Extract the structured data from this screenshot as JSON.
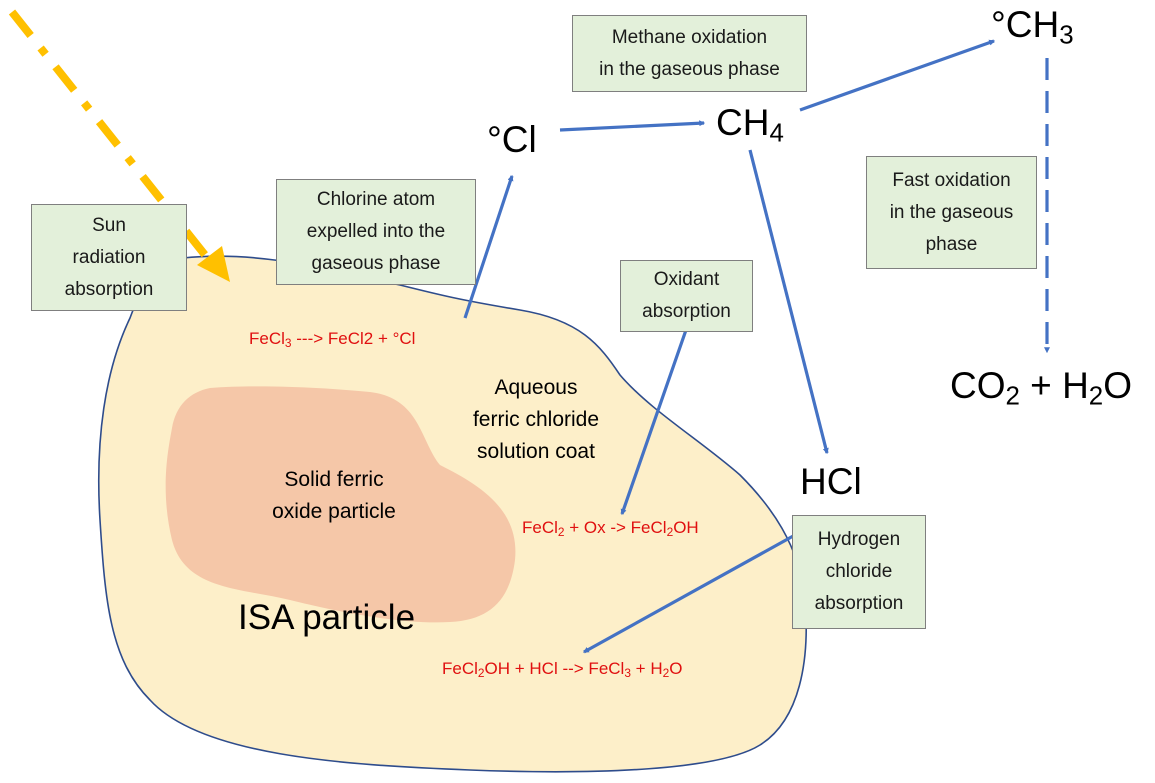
{
  "colors": {
    "particle_fill": "#fdefc9",
    "particle_outline": "#2e4c8c",
    "core_fill": "#f5c7a8",
    "arrow": "#4472c4",
    "sun_arrow": "#ffc000",
    "box_fill": "#e3f0da",
    "reaction_text": "#e01010"
  },
  "boxes": {
    "sun": "Sun\nradiation\nabsorption",
    "chlorine": "Chlorine atom\nexpelled into the\ngaseous phase",
    "methane": "Methane oxidation\nin the gaseous phase",
    "oxidant": "Oxidant\nabsorption",
    "fast": "Fast oxidation\nin the gaseous\nphase",
    "hydrogen": "Hydrogen\nchloride\nabsorption"
  },
  "labels": {
    "coat": "Aqueous\nferric chloride\nsolution coat",
    "core": "Solid ferric\noxide particle",
    "particle": "ISA particle"
  },
  "species": {
    "cl": "°Cl",
    "ch4_a": "CH",
    "ch4_b": "4",
    "ch3_a": "°CH",
    "ch3_b": "3",
    "hcl": "HCl",
    "products_a": "CO",
    "products_b": "2",
    "products_c": " + H",
    "products_d": "2",
    "products_e": "O"
  },
  "reactions": {
    "r1_a": "FeCl",
    "r1_b": "3",
    "r1_c": " ---> FeCl2  +  °Cl",
    "r2_a": "FeCl",
    "r2_b": "2",
    "r2_c": " + Ox ->  FeCl",
    "r2_d": "2",
    "r2_e": "OH",
    "r3_a": "FeCl",
    "r3_b": "2",
    "r3_c": "OH + HCl   -->   FeCl",
    "r3_d": "3",
    "r3_e": " + H",
    "r3_f": "2",
    "r3_g": "O"
  }
}
